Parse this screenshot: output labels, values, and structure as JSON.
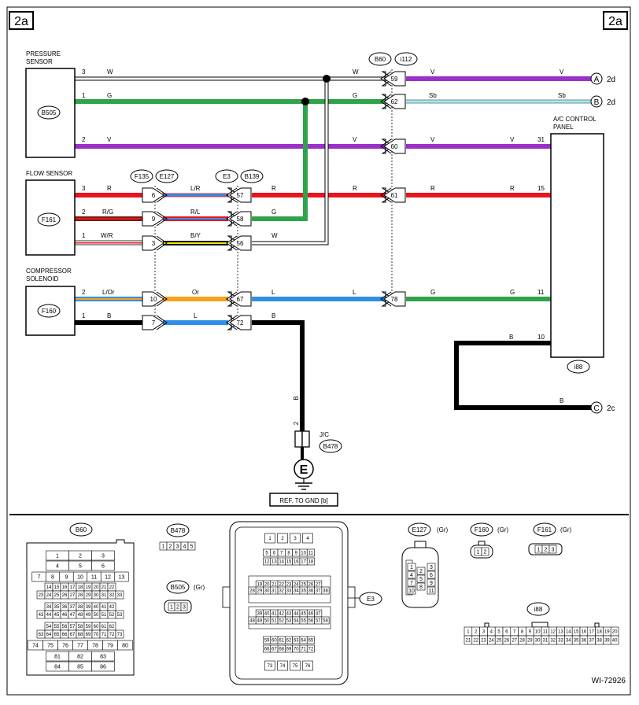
{
  "page_tags": {
    "left": "2a",
    "right": "2a"
  },
  "figure_id": "WI-72926",
  "components": {
    "pressure_sensor": {
      "name": "PRESSURE SENSOR",
      "name_line1": "PRESSURE",
      "name_line2": "SENSOR",
      "id": "B505"
    },
    "flow_sensor": {
      "name": "FLOW SENSOR",
      "id": "F161"
    },
    "compressor_solenoid": {
      "name": "COMPRESSOR SOLENOID",
      "name_line1": "COMPRESSOR",
      "name_line2": "SOLENOID",
      "id": "F160"
    },
    "ac_control_panel": {
      "name": "A/C CONTROL PANEL",
      "name_line1": "A/C CONTROL",
      "name_line2": "PANEL",
      "id": "i88"
    }
  },
  "connector_tags": {
    "b60": "B60",
    "i112": "i112",
    "f135": "F135",
    "e127": "E127",
    "e3": "E3",
    "b139": "B139",
    "b478": "B478"
  },
  "wires": {
    "r1": {
      "pin": "3",
      "color_left": "W",
      "color_mid": "W",
      "pin_b60": "59",
      "color_right1": "V",
      "color_right2": "V"
    },
    "r2": {
      "pin": "1",
      "color_left": "G",
      "color_mid": "G",
      "pin_b60": "62",
      "color_right1": "Sb",
      "color_right2": "Sb"
    },
    "r3": {
      "pin": "2",
      "color_left": "V",
      "color_mid": "V",
      "pin_b60": "60",
      "color_right1": "V",
      "color_right2": "V",
      "pin_panel": "31"
    },
    "r4": {
      "pin": "3",
      "color_left": "R",
      "pin_f": "6",
      "color_fe": "L/R",
      "pin_e": "57",
      "color_mid": "R",
      "color_mid2": "R",
      "pin_b60": "61",
      "color_right1": "R",
      "color_right2": "R",
      "pin_panel": "15"
    },
    "r5": {
      "pin": "2",
      "color_left": "R/G",
      "pin_f": "9",
      "color_fe": "R/L",
      "pin_e": "58",
      "color_mid": "G"
    },
    "r6": {
      "pin": "1",
      "color_left": "W/R",
      "pin_f": "3",
      "color_fe": "B/Y",
      "pin_e": "56",
      "color_mid": "W"
    },
    "r7": {
      "pin": "2",
      "color_left": "L/Or",
      "pin_f": "10",
      "color_fe": "Or",
      "pin_e": "67",
      "color_mid": "L",
      "color_mid2": "L",
      "pin_b60": "78",
      "color_right1": "G",
      "color_right2": "G",
      "pin_panel": "11"
    },
    "r8": {
      "pin": "1",
      "color_left": "B",
      "pin_f": "7",
      "color_fe": "L",
      "pin_e": "72",
      "color_mid": "B"
    },
    "ground": {
      "color": "B",
      "pin": "2"
    },
    "panel_ground": {
      "pin": "10",
      "color1": "B",
      "color2": "B"
    }
  },
  "references": {
    "a": {
      "letter": "A",
      "page": "2d"
    },
    "b": {
      "letter": "B",
      "page": "2d"
    },
    "c": {
      "letter": "C",
      "page": "2c"
    }
  },
  "ground": {
    "jc_label": "J/C",
    "symbol": "E",
    "ref_text": "REF. TO GND [b]"
  },
  "connector_views": {
    "b60": {
      "label": "B60",
      "rows": [
        [
          "1",
          "2",
          "3"
        ],
        [
          "4",
          "5",
          "6"
        ],
        [
          "7",
          "8",
          "9",
          "10",
          "11",
          "12",
          "13"
        ],
        [
          "14",
          "15",
          "16",
          "17",
          "18",
          "19",
          "20",
          "21",
          "22"
        ],
        [
          "23",
          "24",
          "25",
          "26",
          "27",
          "28",
          "29",
          "30",
          "31",
          "32",
          "33"
        ],
        [
          "34",
          "35",
          "36",
          "37",
          "38",
          "39",
          "40",
          "41",
          "42"
        ],
        [
          "43",
          "44",
          "45",
          "46",
          "47",
          "48",
          "49",
          "50",
          "51",
          "52",
          "53"
        ],
        [
          "54",
          "55",
          "56",
          "57",
          "58",
          "59",
          "60",
          "61",
          "62"
        ],
        [
          "63",
          "64",
          "65",
          "66",
          "67",
          "68",
          "69",
          "70",
          "71",
          "72",
          "73"
        ],
        [
          "74",
          "75",
          "76",
          "77",
          "78",
          "79",
          "80"
        ],
        [
          "81",
          "82",
          "83"
        ],
        [
          "84",
          "85",
          "86"
        ]
      ]
    },
    "b478": {
      "label": "B478",
      "pins": [
        "1",
        "2",
        "3",
        "4",
        "5"
      ]
    },
    "b505": {
      "label": "B505",
      "color": "(Gr)",
      "pins": [
        "1",
        "2",
        "3"
      ]
    },
    "e3": {
      "label": "E3",
      "rows": [
        [
          "1",
          "2",
          "3",
          "4"
        ],
        [
          "5",
          "6",
          "7",
          "8",
          "9",
          "10",
          "11"
        ],
        [
          "12",
          "13",
          "14",
          "15",
          "16",
          "17",
          "18"
        ],
        [
          "19",
          "20",
          "21",
          "22",
          "23",
          "24",
          "25",
          "26",
          "27"
        ],
        [
          "28",
          "29",
          "30",
          "31",
          "32",
          "33",
          "34",
          "35",
          "36",
          "37",
          "38"
        ],
        [
          "39",
          "40",
          "41",
          "42",
          "43",
          "44",
          "45",
          "46",
          "47"
        ],
        [
          "48",
          "49",
          "50",
          "51",
          "52",
          "53",
          "54",
          "55",
          "56",
          "57",
          "58"
        ],
        [
          "59",
          "60",
          "61",
          "62",
          "63",
          "64",
          "65"
        ],
        [
          "66",
          "67",
          "68",
          "69",
          "70",
          "71",
          "72"
        ],
        [
          "73",
          "74",
          "75",
          "76"
        ]
      ]
    },
    "e127": {
      "label": "E127",
      "color": "(Gr)",
      "col1": [
        "1",
        "4",
        "7",
        "10"
      ],
      "col2": [
        "2",
        "5",
        "8"
      ],
      "col3": [
        "3",
        "6",
        "9",
        "11"
      ]
    },
    "f160": {
      "label": "F160",
      "color": "(Gr)",
      "pins": [
        "1",
        "2"
      ]
    },
    "f161": {
      "label": "F161",
      "color": "(Gr)",
      "pins": [
        "1",
        "2",
        "3"
      ]
    },
    "i88": {
      "label": "i88",
      "rows": [
        [
          "1",
          "2",
          "3",
          "4",
          "5",
          "6",
          "7",
          "8",
          "9",
          "10",
          "11",
          "12",
          "13",
          "14",
          "15",
          "16",
          "17",
          "18",
          "19",
          "20"
        ],
        [
          "21",
          "22",
          "23",
          "24",
          "25",
          "26",
          "27",
          "28",
          "29",
          "30",
          "31",
          "32",
          "33",
          "34",
          "35",
          "36",
          "37",
          "38",
          "39",
          "40"
        ]
      ]
    }
  },
  "colors": {
    "violet": "#9b30c8",
    "green": "#2ea34a",
    "sky": "#9ff0f5",
    "red": "#e8141e",
    "blue": "#2f8fe6",
    "orange": "#f7a21b",
    "yellow": "#f2e600",
    "brown": "#7a1a12"
  }
}
